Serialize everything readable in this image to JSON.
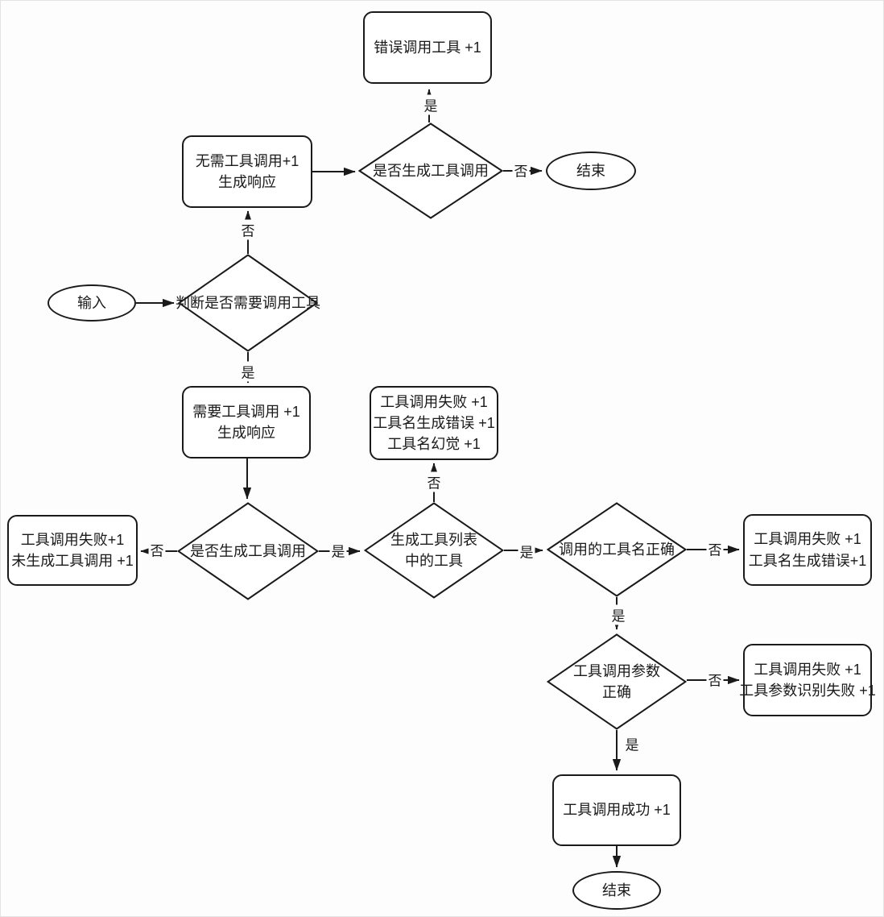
{
  "diagram_type": "flowchart",
  "colors": {
    "stroke": "#1a1a1a",
    "node_fill": "#ffffff",
    "background": "#fdfdfd"
  },
  "nodes": {
    "wrong_tool_call": {
      "shape": "rounded-box",
      "label": "错误调用工具 +1"
    },
    "no_tool_needed": {
      "shape": "rounded-box",
      "label": "无需工具调用+1\n生成响应"
    },
    "gen_tool_call_check_top": {
      "shape": "diamond",
      "label": "是否生成工具调用"
    },
    "end_top": {
      "shape": "ellipse",
      "label": "结束"
    },
    "input": {
      "shape": "ellipse",
      "label": "输入"
    },
    "judge_need_tool": {
      "shape": "diamond",
      "label": "判断是否需要调用工具"
    },
    "need_tool": {
      "shape": "rounded-box",
      "label": "需要工具调用 +1\n生成响应"
    },
    "fail_hallucination": {
      "shape": "rounded-box",
      "label": "工具调用失败 +1\n工具名生成错误 +1\n工具名幻觉 +1"
    },
    "fail_not_generated": {
      "shape": "rounded-box",
      "label": "工具调用失败+1\n未生成工具调用 +1"
    },
    "gen_tool_call_check_mid": {
      "shape": "diamond",
      "label": "是否生成工具调用"
    },
    "tool_in_list_check": {
      "shape": "diamond",
      "label": "生成工具列表\n中的工具"
    },
    "tool_name_check": {
      "shape": "diamond",
      "label": "调用的工具名正确"
    },
    "fail_name_error": {
      "shape": "rounded-box",
      "label": "工具调用失败 +1\n工具名生成错误+1"
    },
    "param_check": {
      "shape": "diamond",
      "label": "工具调用参数\n正确"
    },
    "fail_param_error": {
      "shape": "rounded-box",
      "label": "工具调用失败 +1\n工具参数识别失败 +1"
    },
    "success": {
      "shape": "rounded-box",
      "label": "工具调用成功 +1"
    },
    "end_bottom": {
      "shape": "ellipse",
      "label": "结束"
    }
  },
  "edges": [
    {
      "from": "gen_tool_call_check_top",
      "to": "wrong_tool_call",
      "label": "是"
    },
    {
      "from": "no_tool_needed",
      "to": "gen_tool_call_check_top",
      "label": ""
    },
    {
      "from": "gen_tool_call_check_top",
      "to": "end_top",
      "label": "否"
    },
    {
      "from": "input",
      "to": "judge_need_tool",
      "label": ""
    },
    {
      "from": "judge_need_tool",
      "to": "no_tool_needed",
      "label": "否"
    },
    {
      "from": "judge_need_tool",
      "to": "need_tool",
      "label": "是"
    },
    {
      "from": "need_tool",
      "to": "gen_tool_call_check_mid",
      "label": ""
    },
    {
      "from": "gen_tool_call_check_mid",
      "to": "fail_not_generated",
      "label": "否"
    },
    {
      "from": "gen_tool_call_check_mid",
      "to": "tool_in_list_check",
      "label": "是"
    },
    {
      "from": "tool_in_list_check",
      "to": "fail_hallucination",
      "label": "否"
    },
    {
      "from": "tool_in_list_check",
      "to": "tool_name_check",
      "label": "是"
    },
    {
      "from": "tool_name_check",
      "to": "fail_name_error",
      "label": "否"
    },
    {
      "from": "tool_name_check",
      "to": "param_check",
      "label": "是"
    },
    {
      "from": "param_check",
      "to": "fail_param_error",
      "label": "否"
    },
    {
      "from": "param_check",
      "to": "success",
      "label": "是"
    },
    {
      "from": "success",
      "to": "end_bottom",
      "label": ""
    }
  ]
}
